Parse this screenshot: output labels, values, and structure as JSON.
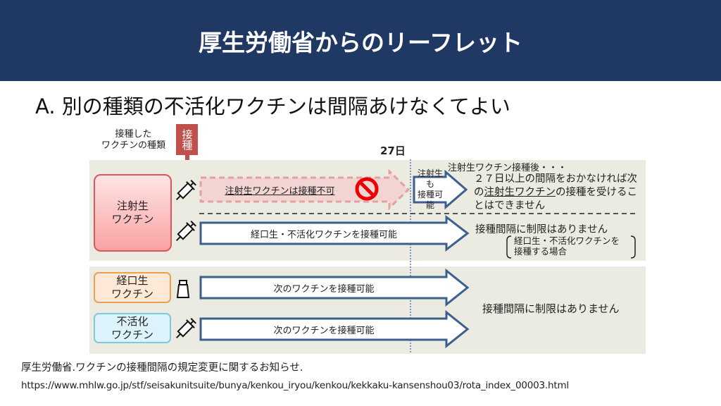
{
  "header": {
    "title": "厚生労働省からのリーフレット"
  },
  "subtitle": "A. 別の種類の不活化ワクチンは間隔あけなくてよい",
  "diagram": {
    "column_label": "接種した\nワクチンの種類",
    "injection_tag": "接種",
    "day_marker": "27日",
    "vaccines": [
      {
        "label": "注射生\nワクチン",
        "icon": "syringe-icon"
      },
      {
        "label": "経口生\nワクチン",
        "icon": "bottle-icon"
      },
      {
        "label": "不活化\nワクチン",
        "icon": "syringe-icon"
      }
    ],
    "arrows": {
      "live_injection_forbidden": "注射生ワクチンは接種不可",
      "live_injection_allowed": "注射生も\n接種可能",
      "oral_inactivated_allowed": "経口生・不活化ワクチンを接種可能",
      "next_vaccine_1": "次のワクチンを接種可能",
      "next_vaccine_2": "次のワクチンを接種可能"
    },
    "notes": {
      "after_injection_head": "注射生ワクチン接種後・・・",
      "after_injection_body_1": "２７日以上の間隔をおかなければ次",
      "after_injection_body_2a": "の",
      "after_injection_body_2b": "注射生ワクチン",
      "after_injection_body_2c": "の接種を受けるこ",
      "after_injection_body_3": "とはできません",
      "no_limit_1": "接種間隔に制限はありません",
      "no_limit_1_paren": "経口生・不活化ワクチンを\n接種する場合",
      "no_limit_2": "接種間隔に制限はありません"
    }
  },
  "footer": {
    "source": "厚生労働省.ワクチンの接種間隔の規定変更に関するお知らせ.",
    "url": "https://www.mhlw.go.jp/stf/seisakunitsuite/bunya/kenkou_iryou/kenkou/kekkaku-kansenshou03/rota_index_00003.html"
  },
  "colors": {
    "header": "#1f3864",
    "tag": "#c0504d",
    "arrow_border": "#3b5f8f"
  }
}
